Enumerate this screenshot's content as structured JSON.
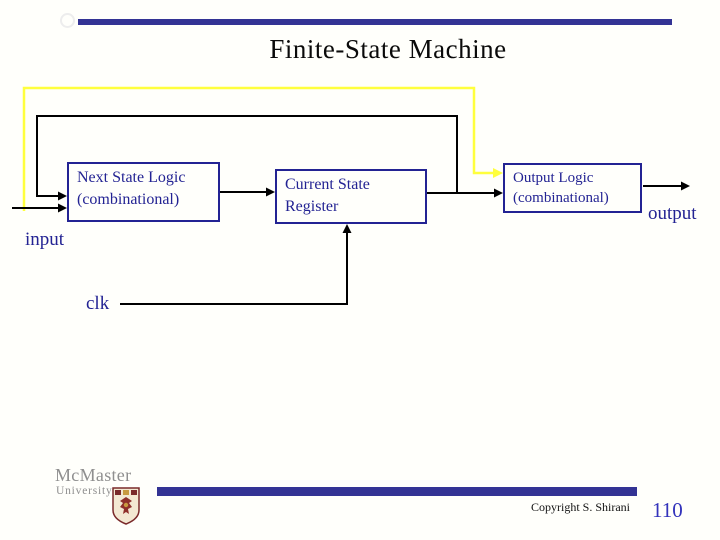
{
  "slide": {
    "title": "Finite-State Machine"
  },
  "diagram": {
    "boxes": {
      "next_state_logic": {
        "line1": "Next State Logic",
        "line2": "(combinational)"
      },
      "current_state_register": {
        "line1": "Current State",
        "line2": "Register"
      },
      "output_logic": {
        "line1": "Output Logic",
        "line2": "(combinational)"
      }
    },
    "labels": {
      "input": "input",
      "clk": "clk",
      "output": "output"
    }
  },
  "footer": {
    "logo": {
      "line1": "McMaster",
      "line2": "University"
    },
    "copyright": "Copyright S. Shirani",
    "page_number": "110"
  },
  "colors": {
    "accent_bar": "#333394",
    "box_border_text": "#232393",
    "highlight_wire": "#ffff3d",
    "wire": "#000000",
    "page_number": "#3333bb",
    "logo_gray": "#8f8f8f",
    "crest_maroon": "#7a2a2a"
  }
}
